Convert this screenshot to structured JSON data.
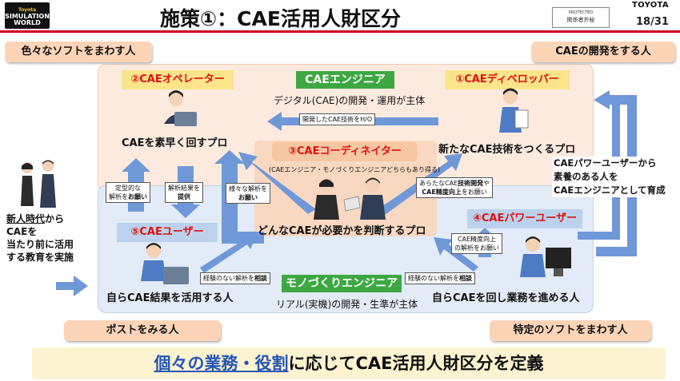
{
  "header": {
    "logo_line1": "Toyota",
    "logo_line2": "SIMULATION",
    "logo_line3": "WORLD",
    "title": "施策①：CAE活用人財区分",
    "protected_label": "PROTECTED",
    "protected_sub": "関係者外秘",
    "brand": "TOYOTA",
    "page": "18/31"
  },
  "corners": {
    "top_left": "色々なソフトをまわす人",
    "top_right": "CAEの開発をする人",
    "bottom_left": "ポストをみる人",
    "bottom_right": "特定のソフトをまわす人"
  },
  "roles": {
    "operator": {
      "title": "②CAEオペレーター",
      "desc": "CAEを素早く回すプロ"
    },
    "developer": {
      "title": "①CAEディベロッパー",
      "desc": "新たなCAE技術をつくるプロ"
    },
    "coordinator": {
      "title": "③CAEコーディネイター",
      "sub": "(CAEエンジニア・モノづくりエンジニアどちらもあり得る)",
      "desc": "どんなCAEが必要かを判断するプロ"
    },
    "user": {
      "title": "⑤CAEユーザー",
      "desc": "自らCAE結果を活用する人"
    },
    "power_user": {
      "title": "④CAEパワーユーザー",
      "desc": "自らCAEを回し業務を進める人"
    }
  },
  "engineers": {
    "cae": {
      "title": "CAEエンジニア",
      "desc": "デジタル(CAE)の開発・運用が主体"
    },
    "mono": {
      "title": "モノづくりエンジニア",
      "desc": "リアル(実機)の開発・生準が主体"
    }
  },
  "notes": {
    "dev_tech": "開発したCAE技術をH/O",
    "fixed_1": "定型的な",
    "fixed_2": "解析を",
    "fixed_3": "お願い",
    "result_1": "解析結果を",
    "result_2": "提供",
    "various_1": "様々な解析を",
    "various_2": "お願い",
    "dev_req_1": "あらたなCAE",
    "dev_req_2": "技術開発",
    "dev_req_3": "や",
    "dev_req_4": "CAE精度向上",
    "dev_req_5": "をお願い",
    "acc_1": "CAE精度向上",
    "acc_2": "の解析をお願い",
    "consult_left_1": "経験のない解析を",
    "consult_left_2": "相談",
    "consult_right_1": "経験のない解析を",
    "consult_right_2": "相談"
  },
  "left_side": {
    "line1": "新人時代",
    "line1b": "から",
    "line2": "CAEを",
    "line3": "当たり前に活用",
    "line4": "する教育を実施"
  },
  "right_side": {
    "line1": "CAEパワーユーザーから",
    "line2": "素養のある人を",
    "line3": "CAEエンジニアとして育成"
  },
  "banner": {
    "highlight": "個々の業務・役割",
    "rest": "に応じてCAE活用人財区分を定義"
  },
  "colors": {
    "arrow": "#6f98d8",
    "accent_red": "#cc0022",
    "green": "#3da843"
  }
}
